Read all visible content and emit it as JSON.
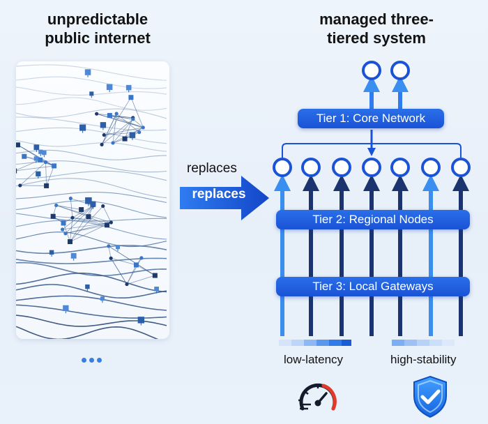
{
  "left_title": {
    "line1": "unpredictable",
    "line2": "public internet"
  },
  "right_title": {
    "line1": "managed three-",
    "line2": "tiered system"
  },
  "replaces_text": "replaces",
  "replaces_arrow_text": "replaces",
  "tiers": {
    "tier1": "Tier 1: Core Network",
    "tier2": "Tier 2: Regional Nodes",
    "tier3": "Tier 3: Local Gateways"
  },
  "legend": {
    "low_latency": "low-latency",
    "high_stability": "high-stability"
  },
  "colors": {
    "accent_blue": "#1a53d6",
    "light_blue": "#3a8ef0",
    "dark_navy": "#1b3470",
    "panel_bg": "#f7fafe"
  },
  "icons": {
    "speedometer": "speedometer-icon",
    "shield": "shield-check-icon",
    "carousel_dots": "carousel-dots"
  }
}
